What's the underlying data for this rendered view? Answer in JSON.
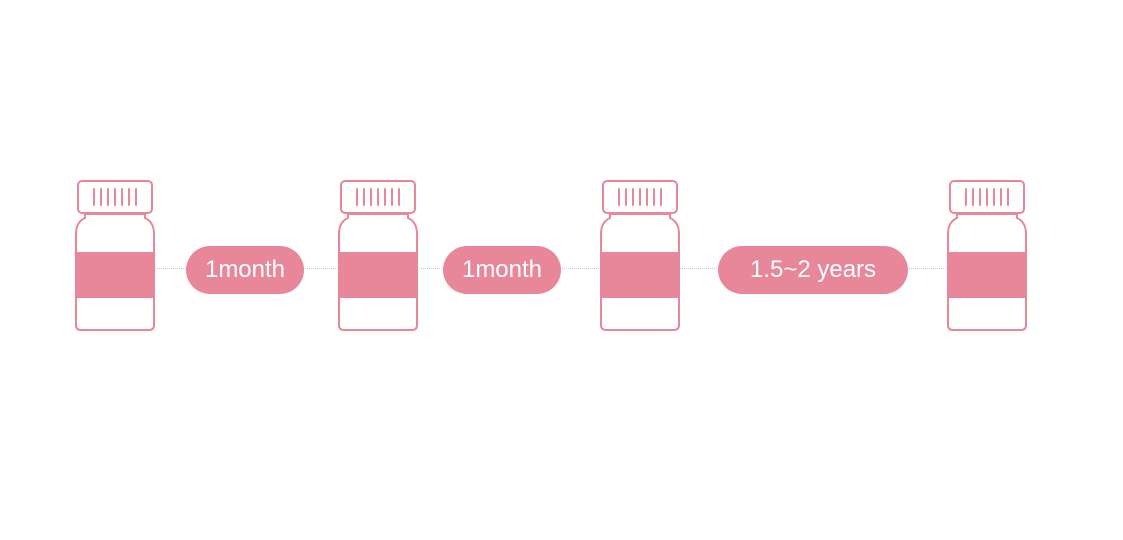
{
  "colors": {
    "accent": "#e8879a",
    "connector": "#c9c9c9",
    "background": "#ffffff"
  },
  "icons": [
    "bottle-icon"
  ],
  "intervals": [
    {
      "label": "1month"
    },
    {
      "label": "1month"
    },
    {
      "label": "1.5~2 years"
    }
  ]
}
